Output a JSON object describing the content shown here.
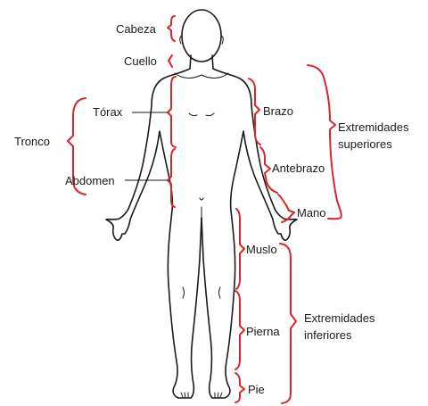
{
  "colors": {
    "bracket": "#d9262b",
    "ink": "#1a1a1a"
  },
  "labels": {
    "head": "Cabeza",
    "neck": "Cuello",
    "thorax": "Tórax",
    "abdomen": "Abdomen",
    "trunk": "Tronco",
    "arm": "Brazo",
    "forearm": "Antebrazo",
    "hand": "Mano",
    "upper_limbs": [
      "Extremidades",
      "superiores"
    ],
    "thigh": "Muslo",
    "leg": "Pierna",
    "foot": "Pie",
    "lower_limbs": [
      "Extremidades",
      "inferiores"
    ]
  }
}
